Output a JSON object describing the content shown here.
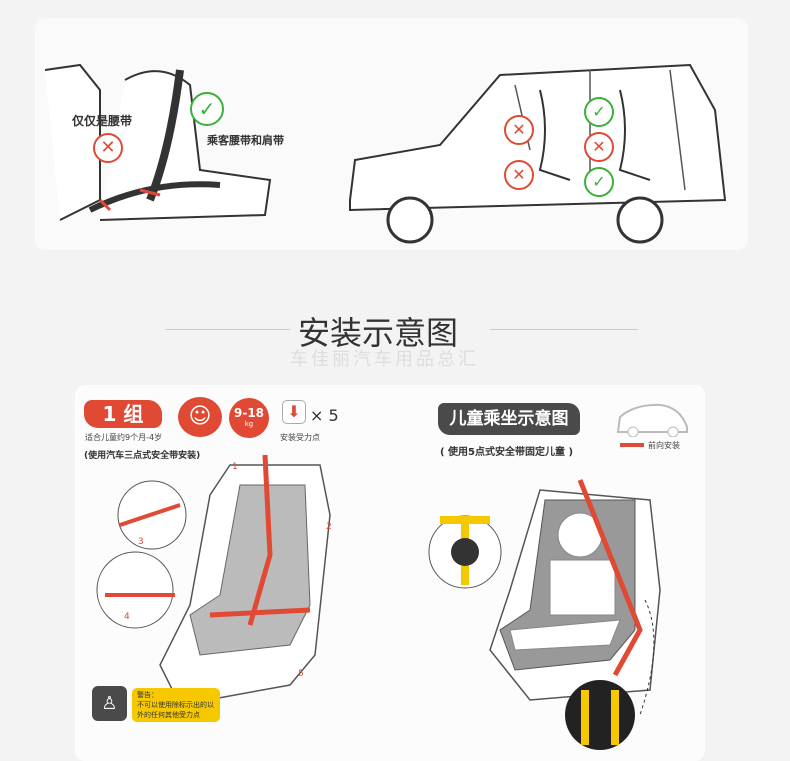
{
  "top": {
    "lap_only_label": "仅仅是腰带",
    "lap_shoulder_label": "乘客腰带和肩带"
  },
  "section_title": "安装示意图",
  "watermark": "车佳丽汽车用品总汇",
  "group": {
    "badge": "1 组",
    "age_note": "适合儿童约9个月-4岁",
    "weight": "9-18",
    "weight_unit": "kg",
    "force_points_count": "× 5",
    "force_points_label": "安装受力点",
    "install_note": "(使用汽车三点式安全带安装)",
    "steps": [
      "1",
      "2",
      "3",
      "4",
      "5"
    ],
    "warning_title": "警告：",
    "warning_text": "不可以使用除标示出的以外的任何其他受力点"
  },
  "child_seat": {
    "badge": "儿童乘坐示意图",
    "note": "( 使用5点式安全带固定儿童 )",
    "direction_label": "前向安装"
  },
  "colors": {
    "accent": "#e04a35",
    "ok": "#3ab03a",
    "dark": "#4a4a4a",
    "warning": "#f6c800"
  }
}
